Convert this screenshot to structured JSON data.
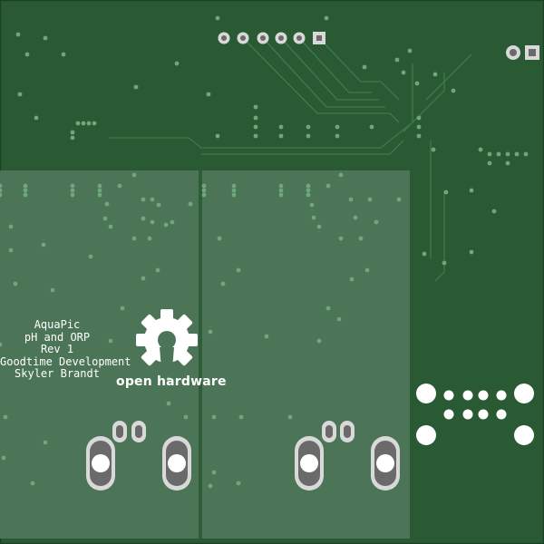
{
  "board": {
    "colors": {
      "board": "#2a5a34",
      "copper_pour": "#4b7556",
      "trace": "#3f7a4a",
      "pad": "#d9d9d9",
      "pad_hole": "#6a6a6a",
      "silkscreen": "#ffffff"
    }
  },
  "silkscreen": {
    "lines": [
      "AquaPic",
      "pH and ORP",
      "Rev 1",
      "Goodtime Development",
      "Skyler Brandt"
    ],
    "logo_text": "open hardware"
  },
  "icons": {
    "logo": "open-hardware-gear-icon"
  }
}
